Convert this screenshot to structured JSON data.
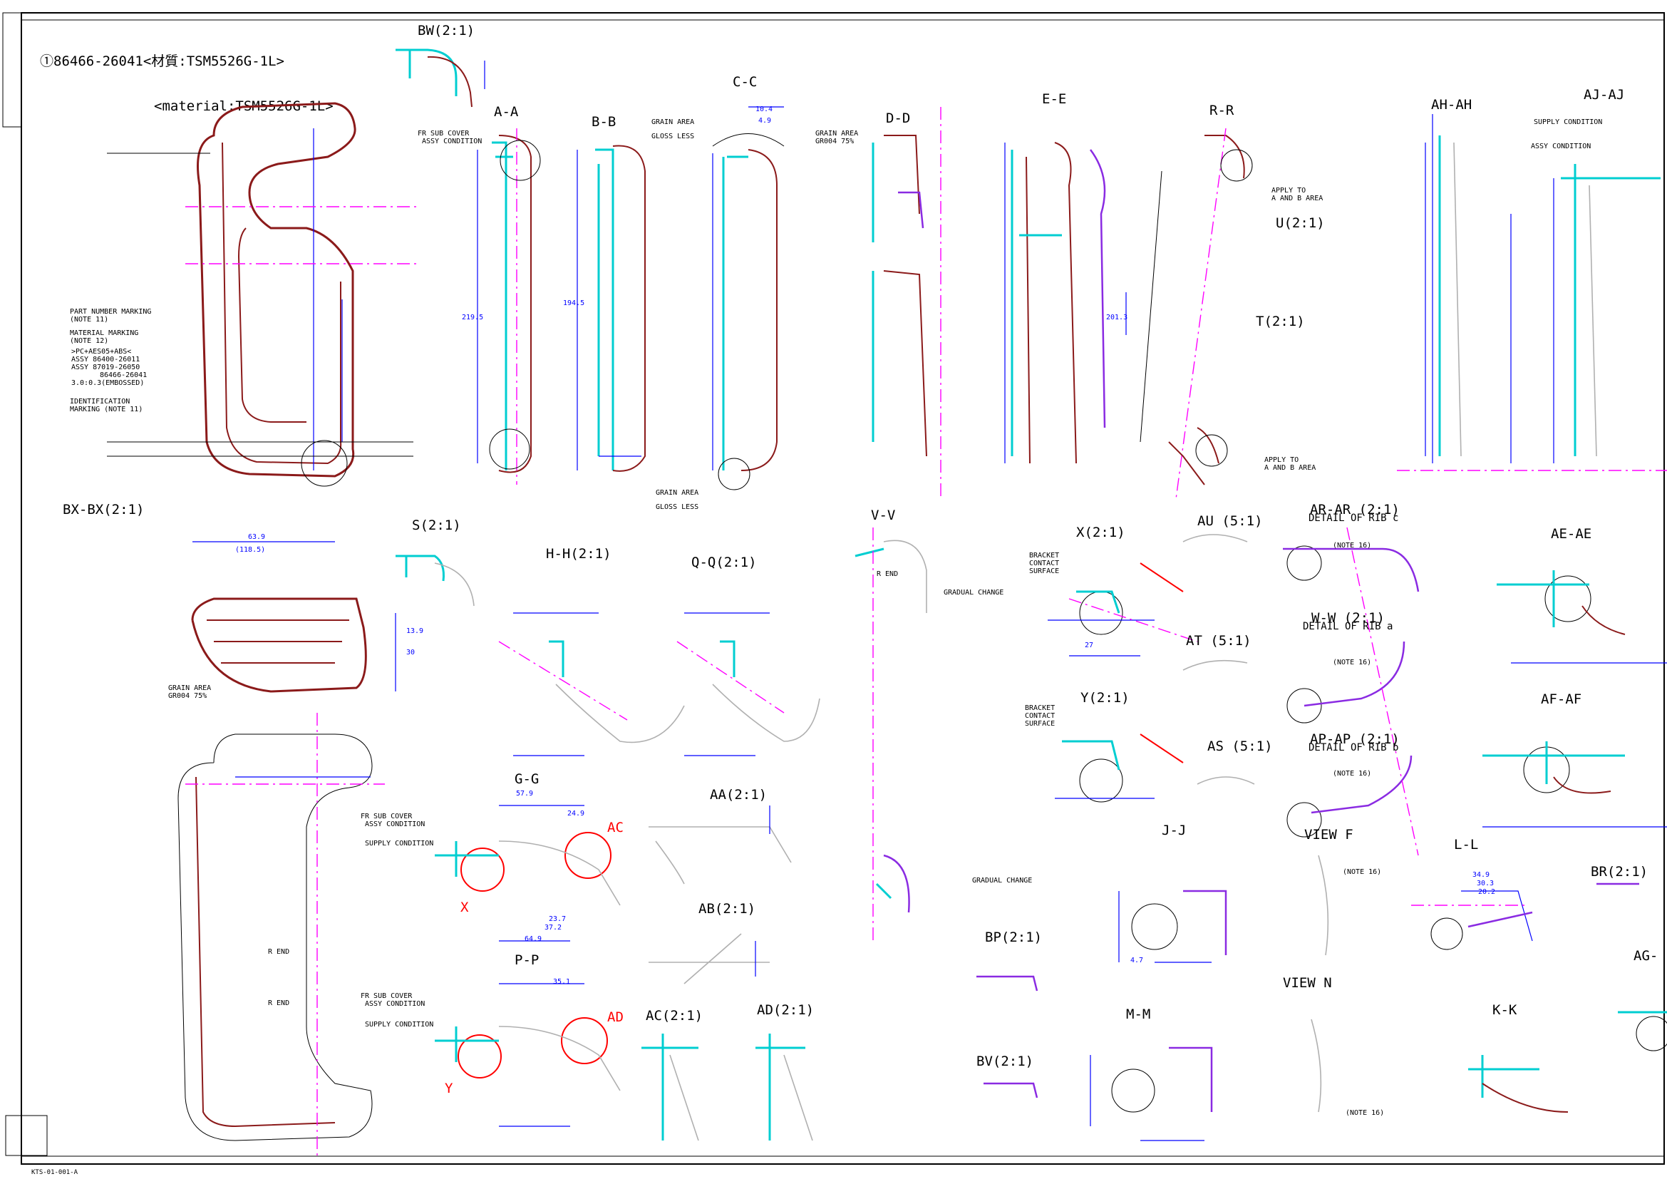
{
  "header": {
    "part_line": "①86466-26041<材質:TSM5526G-1L>",
    "material_line": "<material:TSM5526G-1L>"
  },
  "footer": {
    "drawing_code": "KTS-01-001-A"
  },
  "colors": {
    "part_outline": "#8b1a1a",
    "dimension": "#0000ff",
    "section_cyan": "#00ced1",
    "centerline": "#ff00ff",
    "rib_purple": "#8a2be2",
    "callout_red": "#ff0000",
    "annotation": "#000000",
    "ghost": "#b0b0b0"
  },
  "section_labels": [
    {
      "id": "bw",
      "text": "BW(2:1)"
    },
    {
      "id": "a-a",
      "text": "A-A"
    },
    {
      "id": "b-b",
      "text": "B-B"
    },
    {
      "id": "c-c",
      "text": "C-C"
    },
    {
      "id": "d-d",
      "text": "D-D"
    },
    {
      "id": "e-e",
      "text": "E-E"
    },
    {
      "id": "r-r",
      "text": "R-R"
    },
    {
      "id": "ah-ah",
      "text": "AH-AH"
    },
    {
      "id": "aj-aj",
      "text": "AJ-AJ"
    },
    {
      "id": "u",
      "text": "U(2:1)"
    },
    {
      "id": "t",
      "text": "T(2:1)"
    },
    {
      "id": "bx-bx",
      "text": "BX-BX(2:1)"
    },
    {
      "id": "s",
      "text": "S(2:1)"
    },
    {
      "id": "h-h",
      "text": "H-H(2:1)"
    },
    {
      "id": "q-q",
      "text": "Q-Q(2:1)"
    },
    {
      "id": "v-v",
      "text": "V-V"
    },
    {
      "id": "x",
      "text": "X(2:1)"
    },
    {
      "id": "au",
      "text": "AU (5:1)"
    },
    {
      "id": "ar-ar",
      "text": "AR-AR (2:1)"
    },
    {
      "id": "ae-ae",
      "text": "AE-AE"
    },
    {
      "id": "at",
      "text": "AT (5:1)"
    },
    {
      "id": "w-w",
      "text": "W-W (2:1)"
    },
    {
      "id": "af-af",
      "text": "AF-AF"
    },
    {
      "id": "y",
      "text": "Y(2:1)"
    },
    {
      "id": "as",
      "text": "AS (5:1)"
    },
    {
      "id": "ap-ap",
      "text": "AP-AP (2:1)"
    },
    {
      "id": "g-g",
      "text": "G-G"
    },
    {
      "id": "aa",
      "text": "AA(2:1)"
    },
    {
      "id": "j-j",
      "text": "J-J"
    },
    {
      "id": "view-f",
      "text": "VIEW F"
    },
    {
      "id": "l-l",
      "text": "L-L"
    },
    {
      "id": "br",
      "text": "BR(2:1)"
    },
    {
      "id": "ab",
      "text": "AB(2:1)"
    },
    {
      "id": "bp",
      "text": "BP(2:1)"
    },
    {
      "id": "ag",
      "text": "AG-"
    },
    {
      "id": "p-p",
      "text": "P-P"
    },
    {
      "id": "view-n",
      "text": "VIEW N"
    },
    {
      "id": "k-k",
      "text": "K-K"
    },
    {
      "id": "m-m",
      "text": "M-M"
    },
    {
      "id": "ac",
      "text": "AC(2:1)"
    },
    {
      "id": "ad",
      "text": "AD(2:1)"
    },
    {
      "id": "bv",
      "text": "BV(2:1)"
    }
  ],
  "notes": {
    "detail_rib_c": "DETAIL OF RIB c",
    "detail_rib_a": "DETAIL OF RIB a",
    "detail_rib_b": "DETAIL OF RIB b",
    "part_number_marking": "PART NUMBER MARKING",
    "note_11": "(NOTE 11)",
    "material_marking": "MATERIAL MARKING",
    "note_12": "(NOTE 12)",
    "marking_1": ">PC+AES05+ABS<",
    "marking_2": "ASSY 86400-26011",
    "marking_3": "ASSY 87019-26050",
    "marking_4": "86466-26041",
    "marking_5": "3.0:0.3(EMBOSSED)",
    "identification_marking": "IDENTIFICATION",
    "identification_marking_2": "MARKING (NOTE 11)",
    "grain_area": "GRAIN AREA",
    "gloss_less": "GLOSS LESS",
    "gr004": "GR004 75%",
    "fr_sub_cover": "FR SUB COVER",
    "assy_condition": "ASSY CONDITION",
    "supply_condition": "SUPPLY CONDITION",
    "bracket_contact": "BRACKET",
    "contact": "CONTACT",
    "surface": "SURFACE",
    "gradual_change": "GRADUAL CHANGE",
    "apply_to_ab": "APPLY TO",
    "a_and_b_area": "A AND B AREA",
    "r_end": "R END",
    "note_16": "(NOTE 16)"
  },
  "dimensions": {
    "d_63_9": "63.9",
    "d_118_5": "(118.5)",
    "d_219_5": "219.5",
    "d_194_5": "194.5",
    "d_201_3": "201.3",
    "d_13_9": "13.9",
    "d_30": "30",
    "d_27": "27",
    "d_23_7": "23.7",
    "d_37_2": "37.2",
    "d_64_9": "64.9",
    "d_10_4": "10.4",
    "d_4_9": "4.9",
    "d_35_1": "35.1",
    "d_24_9": "24.9",
    "d_57_9": "57.9",
    "d_34_9": "34.9",
    "d_30_3": "30.3",
    "d_20_2": "20.2",
    "d_4_7": "4.7"
  },
  "callouts": {
    "ac": "AC",
    "ad": "AD",
    "x": "X",
    "y": "Y"
  }
}
